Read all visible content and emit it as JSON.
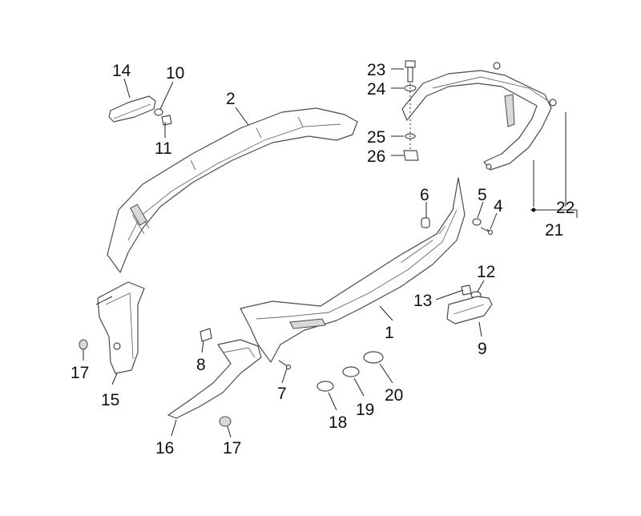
{
  "callouts": [
    {
      "id": "c1",
      "label": "1"
    },
    {
      "id": "c2",
      "label": "2"
    },
    {
      "id": "c4",
      "label": "4"
    },
    {
      "id": "c5",
      "label": "5"
    },
    {
      "id": "c6",
      "label": "6"
    },
    {
      "id": "c7",
      "label": "7"
    },
    {
      "id": "c8",
      "label": "8"
    },
    {
      "id": "c9",
      "label": "9"
    },
    {
      "id": "c10",
      "label": "10"
    },
    {
      "id": "c11",
      "label": "11"
    },
    {
      "id": "c12",
      "label": "12"
    },
    {
      "id": "c13",
      "label": "13"
    },
    {
      "id": "c14",
      "label": "14"
    },
    {
      "id": "c15",
      "label": "15"
    },
    {
      "id": "c16",
      "label": "16"
    },
    {
      "id": "c17a",
      "label": "17"
    },
    {
      "id": "c17b",
      "label": "17"
    },
    {
      "id": "c18",
      "label": "18"
    },
    {
      "id": "c19",
      "label": "19"
    },
    {
      "id": "c20",
      "label": "20"
    },
    {
      "id": "c21",
      "label": "21"
    },
    {
      "id": "c22",
      "label": "22"
    },
    {
      "id": "c23",
      "label": "23"
    },
    {
      "id": "c24",
      "label": "24"
    },
    {
      "id": "c25",
      "label": "25"
    },
    {
      "id": "c26",
      "label": "26"
    }
  ],
  "colors": {
    "line": "#4a4a4a",
    "text": "#111111",
    "background": "#ffffff"
  }
}
